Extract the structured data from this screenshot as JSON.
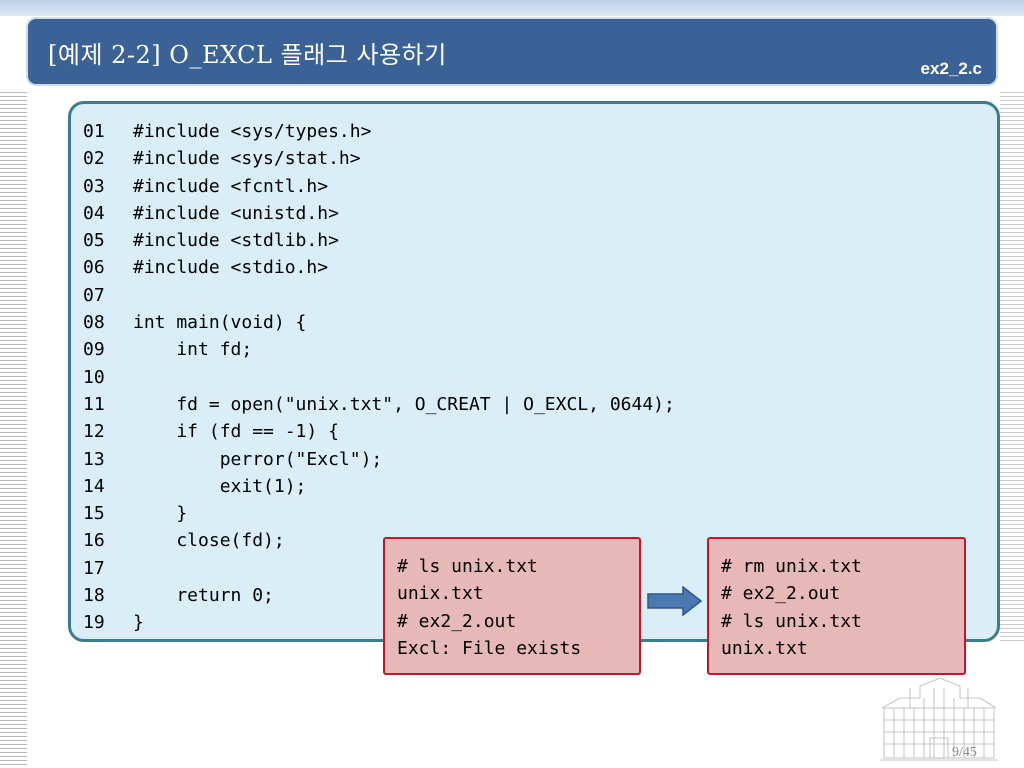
{
  "slide": {
    "title": "[예제 2-2] O_EXCL 플래그 사용하기",
    "file_tag": "ex2_2.c",
    "page_number": "9/45"
  },
  "code": {
    "lines": [
      {
        "num": "01",
        "text": "#include <sys/types.h>"
      },
      {
        "num": "02",
        "text": "#include <sys/stat.h>"
      },
      {
        "num": "03",
        "text": "#include <fcntl.h>"
      },
      {
        "num": "04",
        "text": "#include <unistd.h>"
      },
      {
        "num": "05",
        "text": "#include <stdlib.h>"
      },
      {
        "num": "06",
        "text": "#include <stdio.h>"
      },
      {
        "num": "07",
        "text": ""
      },
      {
        "num": "08",
        "text": "int main(void) {"
      },
      {
        "num": "09",
        "text": "    int fd;"
      },
      {
        "num": "10",
        "text": ""
      },
      {
        "num": "11",
        "text": "    fd = open(\"unix.txt\", O_CREAT | O_EXCL, 0644);"
      },
      {
        "num": "12",
        "text": "    if (fd == -1) {"
      },
      {
        "num": "13",
        "text": "        perror(\"Excl\");"
      },
      {
        "num": "14",
        "text": "        exit(1);"
      },
      {
        "num": "15",
        "text": "    }"
      },
      {
        "num": "16",
        "text": "    close(fd);"
      },
      {
        "num": "17",
        "text": ""
      },
      {
        "num": "18",
        "text": "    return 0;"
      },
      {
        "num": "19",
        "text": "}"
      }
    ]
  },
  "terminal_left": {
    "lines": [
      "# ls unix.txt",
      "unix.txt",
      "# ex2_2.out",
      "Excl: File exists"
    ]
  },
  "terminal_right": {
    "lines": [
      "# rm unix.txt",
      "# ex2_2.out",
      "# ls unix.txt",
      "unix.txt"
    ]
  },
  "colors": {
    "title_bar": "#3a6296",
    "code_panel": "#daeef7",
    "code_border": "#3b7d8c",
    "terminal_bg": "#e6b8b8",
    "terminal_border": "#c0182a",
    "arrow": "#4a78b0"
  },
  "icons": {
    "arrow": "right-arrow-icon",
    "building": "building-sketch-icon"
  }
}
